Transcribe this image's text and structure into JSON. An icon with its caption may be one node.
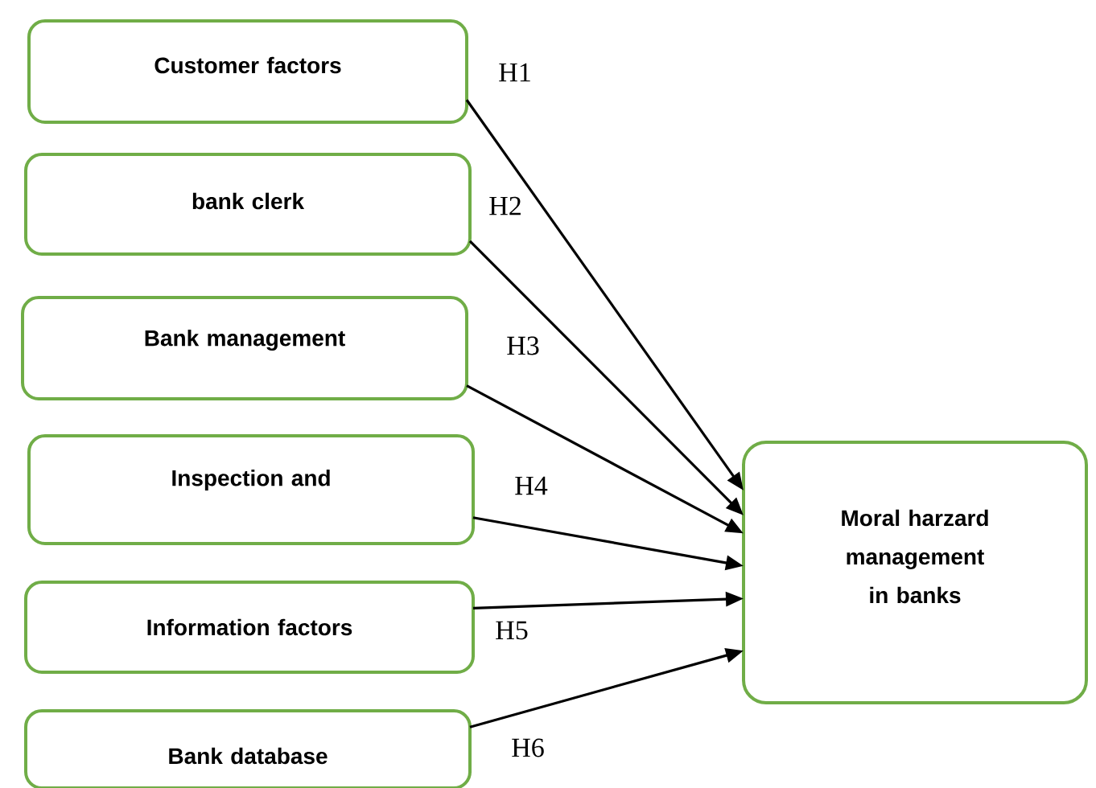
{
  "diagram": {
    "nodes": [
      {
        "text": [
          "Customer factors"
        ]
      },
      {
        "text": [
          "bank clerk"
        ]
      },
      {
        "text": [
          "Bank management"
        ]
      },
      {
        "text": [
          "Inspection and"
        ]
      },
      {
        "text": [
          "Information factors"
        ]
      },
      {
        "text": [
          "Bank database"
        ]
      },
      {
        "text": [
          "Moral harzard management in banks"
        ]
      }
    ],
    "edges": [
      {
        "from": 0,
        "to": 6,
        "arrow": "to",
        "label": "H1"
      },
      {
        "from": 1,
        "to": 6,
        "arrow": "to",
        "label": "H2"
      },
      {
        "from": 2,
        "to": 6,
        "arrow": "to",
        "label": "H3"
      },
      {
        "from": 3,
        "to": 6,
        "arrow": "to",
        "label": "H4"
      },
      {
        "from": 4,
        "to": 6,
        "arrow": "to",
        "label": "H5"
      },
      {
        "from": 5,
        "to": 6,
        "arrow": "to",
        "label": "H6"
      }
    ]
  }
}
